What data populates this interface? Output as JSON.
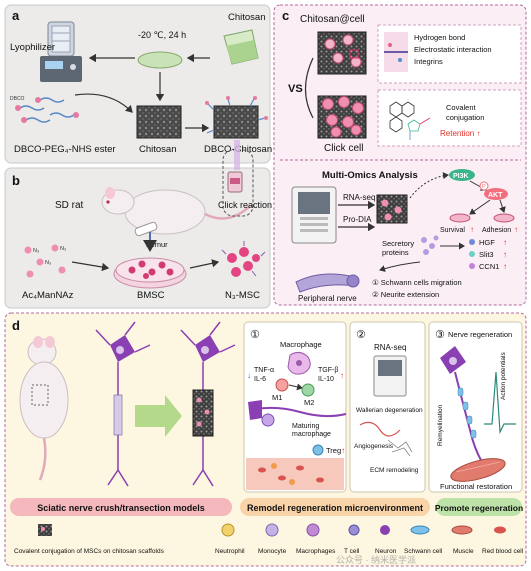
{
  "panel_a": {
    "letter": "a",
    "lyophilizer": "Lyophilizer",
    "condition": "-20 ℃, 24 h",
    "chitosan_top": "Chitosan",
    "dbco_tag": "DBCO",
    "dbco_peg_nhs": "DBCO-PEG₄-NHS ester",
    "chitosan": "Chitosan",
    "dbco_chitosan": "DBCO-Chitosan"
  },
  "panel_b": {
    "letter": "b",
    "sd_rat": "SD rat",
    "femur": "Femur",
    "n3": "N₃",
    "ac4": "Ac₄ManNAz",
    "bmsc": "BMSC",
    "n3_msc": "N₃-MSC",
    "click_reaction": "Click reaction"
  },
  "panel_c": {
    "letter": "c",
    "chitosan_cell": "Chitosan@cell",
    "mech": [
      "Hydrogen bond",
      "Electrostatic interaction",
      "Integrins"
    ],
    "vs": "VS",
    "click_cell": "Click cell",
    "covalent_1": "Covalent",
    "covalent_2": "conjugation",
    "retention": "Retention ↑",
    "multi_omics": "Multi-Omics Analysis",
    "rna_seq": "RNA-seq",
    "pro_dia": "Pro-DIA",
    "secretory_1": "Secretory",
    "secretory_2": "proteins",
    "pi3k": "PI3K",
    "p": "P",
    "akt": "AKT",
    "survival": "Survival",
    "adhesion": "Adhesion",
    "factors": [
      "HGF",
      "Slit3",
      "CCN1"
    ],
    "peripheral_nerve": "Peripheral nerve",
    "effect_1": "① Schwann cells migration",
    "effect_2": "② Neurite extension"
  },
  "panel_d": {
    "letter": "d",
    "s1_num": "①",
    "macrophage": "Macrophage",
    "tnf": "TNF-α",
    "il6": "IL-6",
    "m1": "M1",
    "m2": "M2",
    "tgf": "TGF-β",
    "il10": "IL-10",
    "maturing_1": "Maturing",
    "maturing_2": "macrophage",
    "treg": "Treg",
    "s2_num": "②",
    "rna_seq": "RNA-seq",
    "wallerian": "Wallerian degeneration",
    "angiogenesis": "Angiogenesis",
    "ecm": "ECM remodeling",
    "s3_num": "③",
    "nerve_regen": "Nerve regeneration",
    "action_potentials": "Action potentials",
    "remyelination": "Remyelination",
    "functional_restoration": "Functional restoration",
    "banner_1": "Sciatic nerve crush/transection models",
    "banner_2": "Remodel regeneration microenvironment",
    "banner_3": "Promote regeneration",
    "legend": [
      "Covalent conjugation of MSCs on chitosan scaffolds",
      "Neutrophil",
      "Monocyte",
      "Macrophages",
      "T cell",
      "Neuron",
      "Schwann cell",
      "Muscle",
      "Red blood cell"
    ],
    "watermark": "公众号 · 纳米医学派"
  },
  "colors": {
    "panel_a_bg": "#ecebea",
    "panel_b_bg": "#ecebea",
    "panel_c_bg": "#fbeef5",
    "panel_d_bg": "#fdf6e0",
    "dashed_border": "#b06aa0",
    "retention_red": "#e0302a",
    "akt_pink": "#f36f7e",
    "pi3k_green": "#3ab58a",
    "banner_pink": "#f4b8bd",
    "banner_orange": "#f9d4a8",
    "banner_green": "#bde3a8",
    "neuron_purple": "#8a3fb3"
  },
  "icons": [
    "lyophilizer-icon",
    "beaker-icon",
    "petri-dish-icon",
    "sequencer-icon",
    "rat-icon",
    "neuron-icon",
    "macrophage-icon",
    "muscle-icon"
  ]
}
